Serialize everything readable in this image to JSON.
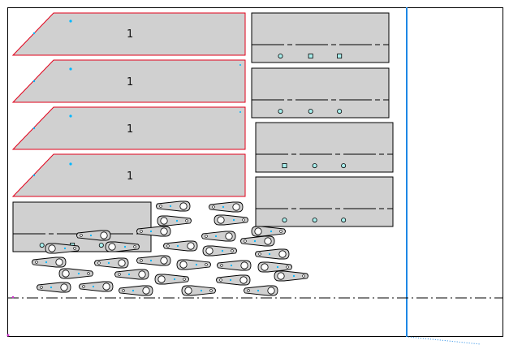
{
  "canvas": {
    "background": "#ffffff",
    "border_color": "#000000",
    "blue_line_color": "#1e88e5",
    "dashdot_color": "#000000"
  },
  "colors": {
    "part_fill": "#d0d0d0",
    "part_stroke": "#000000",
    "highlight_stroke": "#e2001a",
    "marker_cyan": "#00b7ff",
    "marker_magenta": "#cc33cc",
    "hole_fill": "#a8f0ee"
  },
  "trapezoid_parts": {
    "label": "1",
    "count": 4
  },
  "rect_parts": {
    "count": 5
  },
  "small_bracket_parts": {
    "count": 30
  }
}
